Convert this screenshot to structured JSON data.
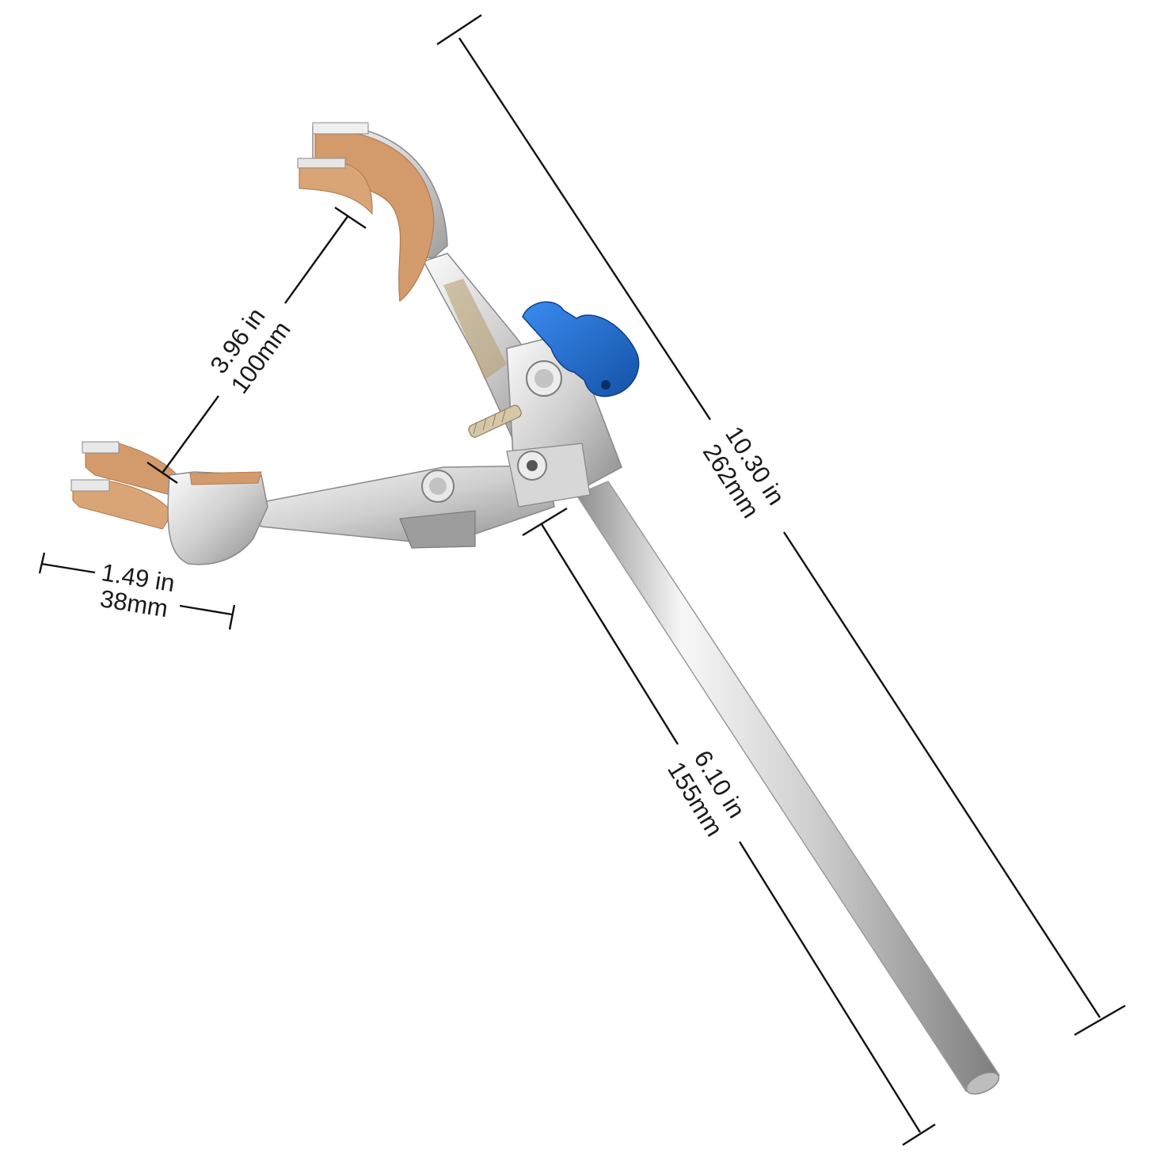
{
  "product": {
    "name_icon": "lab-clamp-icon",
    "colors": {
      "chrome_light": "#f2f2f2",
      "chrome_mid": "#c9c9c9",
      "chrome_dark": "#8c8c8c",
      "cork": "#d39a6c",
      "cork_dark": "#b57b4f",
      "knob": "#1f6fd6",
      "knob_dark": "#1553a8"
    }
  },
  "dimensions": {
    "overall_length": {
      "inch": "10.30 in",
      "metric": "262mm"
    },
    "rod_length": {
      "inch": "6.10 in",
      "metric": "155mm"
    },
    "jaw_opening": {
      "inch": "3.96 in",
      "metric": "100mm"
    },
    "jaw_width": {
      "inch": "1.49 in",
      "metric": "38mm"
    }
  }
}
